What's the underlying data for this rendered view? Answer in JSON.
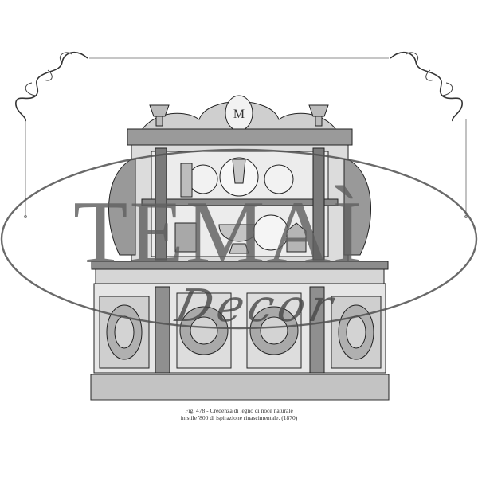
{
  "illustration": {
    "subject": "carved walnut sideboard (credenza) engraving",
    "frame": "ornamental corner flourishes with thin ruled border"
  },
  "watermark": {
    "brand": "TEMAÌ",
    "subbrand": "Decor",
    "color": "#5f5f5f"
  },
  "caption": {
    "line1": "Fig. 478 - Credenza di legno di noce naturale",
    "line2": "in stile '800 di ispirazione rinascimentale. (1870)"
  },
  "colors": {
    "background": "#ffffff",
    "ink": "#2a2a2a",
    "frame": "#555555"
  }
}
